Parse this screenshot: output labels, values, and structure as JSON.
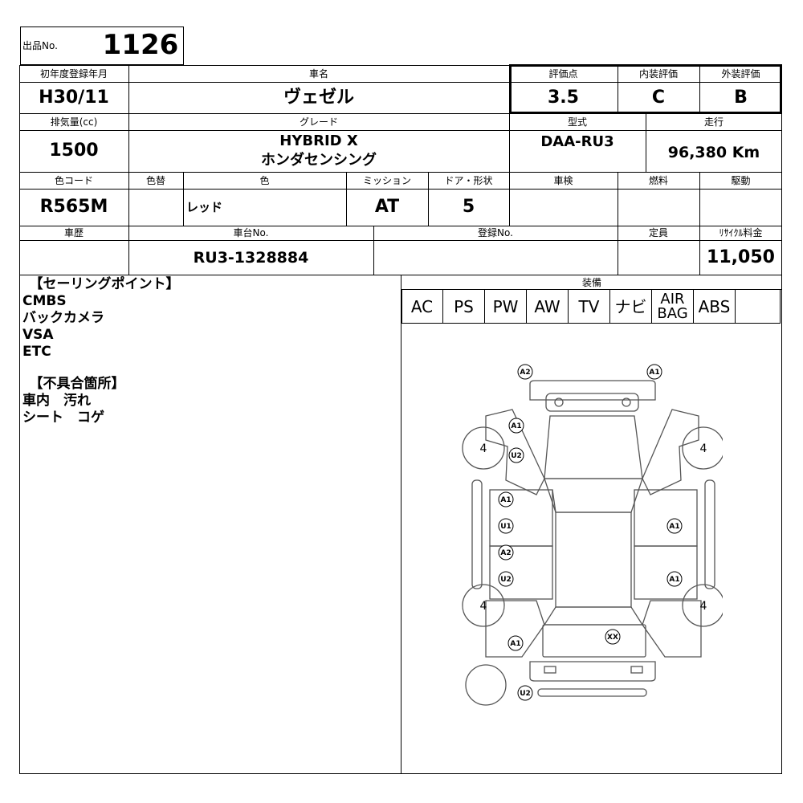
{
  "lot": {
    "label": "出品No.",
    "value": "1126"
  },
  "headers": {
    "first_reg": "初年度登録年月",
    "car_name": "車名",
    "score": "評価点",
    "interior": "内装評価",
    "exterior": "外装評価",
    "displacement": "排気量(cc)",
    "grade": "グレード",
    "model": "型式",
    "mileage": "走行",
    "color_code": "色コード",
    "color_change": "色替",
    "color": "色",
    "mission": "ミッション",
    "doors": "ドア・形状",
    "inspection": "車検",
    "fuel": "燃料",
    "drive": "駆動",
    "history": "車歴",
    "chassis": "車台No.",
    "reg_no": "登録No.",
    "capacity": "定員",
    "recycle": "ﾘｻｲｸﾙ料金",
    "equipment": "装備"
  },
  "values": {
    "first_reg": "H30/11",
    "car_name": "ヴェゼル",
    "score": "3.5",
    "interior": "C",
    "exterior": "B",
    "displacement": "1500",
    "grade_line1": "HYBRID X",
    "grade_line2": "ホンダセンシング",
    "model": "DAA-RU3",
    "mileage": "96,380 Km",
    "color_code": "R565M",
    "color_change": "",
    "color": "レッド",
    "mission": "AT",
    "doors": "5",
    "inspection": "",
    "fuel": "",
    "drive": "",
    "history": "",
    "chassis": "RU3-1328884",
    "reg_no": "",
    "capacity": "",
    "recycle": "11,050"
  },
  "notes": {
    "selling_header": "　【セーリングポイント】",
    "selling_points": [
      "CMBS",
      "バックカメラ",
      "VSA",
      "ETC"
    ],
    "defect_header": "　【不具合箇所】",
    "defects": [
      "車内　汚れ",
      "シート　コゲ"
    ]
  },
  "equipment": {
    "items": [
      "AC",
      "PS",
      "PW",
      "AW",
      "TV",
      "ナビ",
      "AIR\nBAG",
      "ABS",
      ""
    ]
  },
  "damage_marks": {
    "tires": [
      "4",
      "4",
      "4",
      "4"
    ],
    "codes": [
      "A2",
      "A1",
      "A1",
      "U2",
      "A1",
      "U1",
      "A2",
      "U2",
      "A1",
      "A1",
      "XX",
      "A1",
      "U2"
    ]
  }
}
